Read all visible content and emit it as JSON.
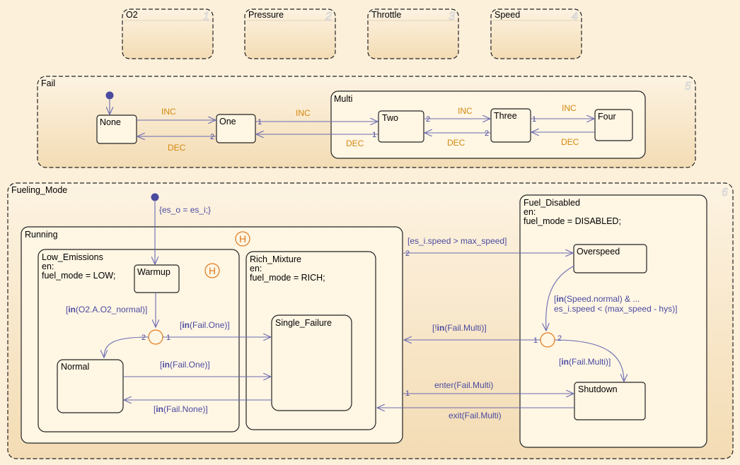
{
  "parallel_states": [
    {
      "name": "O2",
      "order": "1"
    },
    {
      "name": "Pressure",
      "order": "2"
    },
    {
      "name": "Throttle",
      "order": "3"
    },
    {
      "name": "Speed",
      "order": "4"
    },
    {
      "name": "Fail",
      "order": "5"
    },
    {
      "name": "Fueling_Mode",
      "order": "6"
    }
  ],
  "fail": {
    "states": [
      "None",
      "One",
      "Two",
      "Three",
      "Four"
    ],
    "multi": "Multi",
    "events": {
      "inc": "INC",
      "dec": "DEC"
    },
    "ports": {
      "one_out": "1",
      "one_in": "2",
      "two_out": "2",
      "two_in": "1",
      "three_out": "1",
      "three_in": "2"
    }
  },
  "fueling": {
    "default_action": "{es_o = es_i;}",
    "running": "Running",
    "history": "H",
    "low_emissions": {
      "name": "Low_Emissions",
      "line1": "en:",
      "line2": "fuel_mode = LOW;"
    },
    "rich_mixture": {
      "name": "Rich_Mixture",
      "line1": "en:",
      "line2": "fuel_mode = RICH;"
    },
    "fuel_disabled": {
      "name": "Fuel_Disabled",
      "line1": "en:",
      "line2": "fuel_mode = DISABLED;"
    },
    "warmup": "Warmup",
    "normal": "Normal",
    "single_failure": "Single_Failure",
    "overspeed": "Overspeed",
    "shutdown": "Shutdown",
    "cond_o2_pre": "[",
    "cond_o2_kw": "in",
    "cond_o2_post": "(O2.A.O2_normal)]",
    "cond_fail_one_pre": "[",
    "cond_fail_one_kw": "in",
    "cond_fail_one_post": "(Fail.One)]",
    "cond_fail_none_pre": "[",
    "cond_fail_none_kw": "in",
    "cond_fail_none_post": "(Fail.None)]",
    "cond_speed": "[es_i.speed > max_speed]",
    "cond_normal1_pre": "[",
    "cond_normal1_kw": "in",
    "cond_normal1_post": "(Speed.normal) & ...",
    "cond_normal2": "es_i.speed < (max_speed - hys)]",
    "cond_not_multi_pre": "[!",
    "cond_not_multi_kw": "in",
    "cond_not_multi_post": "(Fail.Multi)]",
    "cond_multi_pre": "[",
    "cond_multi_kw": "in",
    "cond_multi_post": "(Fail.Multi)]",
    "enter_multi": "enter(Fail.Multi)",
    "exit_multi": "exit(Fail.Multi)",
    "ports": {
      "p1": "1",
      "p2": "2"
    }
  }
}
